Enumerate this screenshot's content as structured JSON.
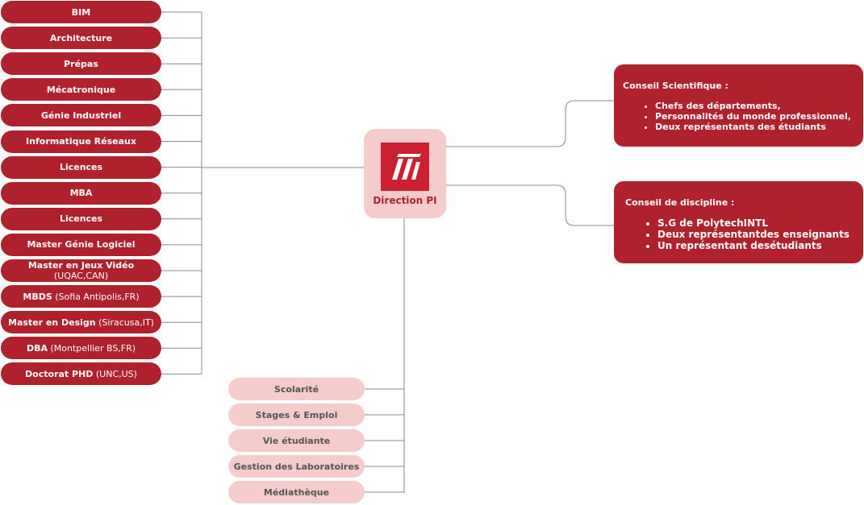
{
  "left_items": [
    {
      "label": "BIM",
      "sub": ""
    },
    {
      "label": "Architecture",
      "sub": ""
    },
    {
      "label": "Prépas",
      "sub": ""
    },
    {
      "label": "Mécatronique",
      "sub": ""
    },
    {
      "label": "Génie Industriel",
      "sub": ""
    },
    {
      "label": "Informatique Réseaux",
      "sub": ""
    },
    {
      "label": "Licences",
      "sub": ""
    },
    {
      "label": "MBA",
      "sub": ""
    },
    {
      "label": "Licences",
      "sub": ""
    },
    {
      "label": "Master Génie Logiciel",
      "sub": ""
    },
    {
      "label": "Master en Jeux Vidéo",
      "sub": "(UQAC,CAN)"
    },
    {
      "label": "MBDS",
      "sub": " (Sofia Antipolis,FR)"
    },
    {
      "label": "Master en Design",
      "sub": " (Siracusa,IT)"
    },
    {
      "label": "DBA",
      "sub": " (Montpellier BS,FR)"
    },
    {
      "label": "Doctorat PHD",
      "sub": " (UNC,US)"
    }
  ],
  "center": {
    "label": "Direction PI",
    "logo_color": "#cc1f2f"
  },
  "services": [
    {
      "label": "Scolarité"
    },
    {
      "label": "Stages & Emploi"
    },
    {
      "label": "Vie étudiante"
    },
    {
      "label": "Gestion des Laboratoires"
    },
    {
      "label": "Médiathèque"
    }
  ],
  "conseil_scientifique": {
    "title": "Conseil Scientifique :",
    "items": [
      "Chefs des départements,",
      "Personnalités du monde professionnel,",
      "Deux représentants des étudiants"
    ]
  },
  "conseil_discipline": {
    "title": "Conseil de discipline :",
    "items": [
      "S.G de PolytechINTL",
      "Deux représentantdes enseignants",
      "Un représentant desétudiants"
    ]
  },
  "colors": {
    "primary": "#b0212e",
    "light": "#f5cccb",
    "connector": "#888888"
  }
}
